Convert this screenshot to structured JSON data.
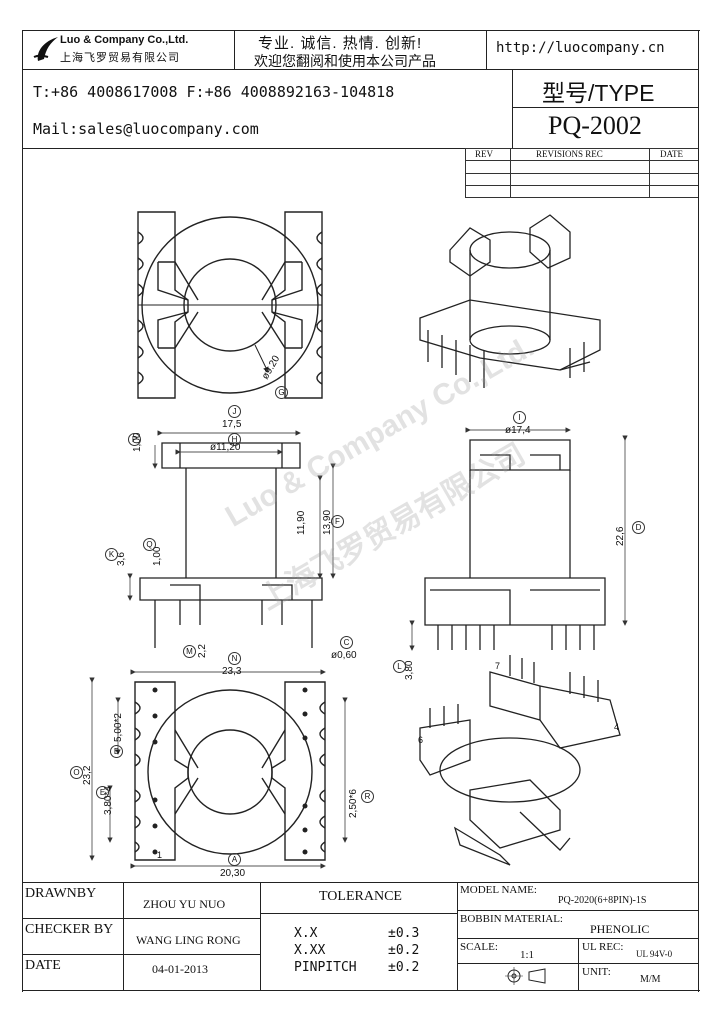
{
  "company": {
    "name_en": "Luo & Company Co.,Ltd.",
    "name_cn": "上海飞罗贸易有限公司",
    "slogan": "专业. 诚信. 热情. 创新!",
    "welcome": "欢迎您翻阅和使用本公司产品",
    "url": "http://luocompany.cn",
    "phone": "T:+86 4008617008 F:+86 4008892163-104818",
    "mail": "Mail:sales@luocompany.com"
  },
  "type_block": {
    "label": "型号/TYPE",
    "value": "PQ-2002"
  },
  "revisions": {
    "headers": [
      "REV",
      "REVISIONS REC",
      "DATE"
    ]
  },
  "watermark": {
    "en": "Luo & Company Co.,Ltd.",
    "cn": "上海飞罗贸易有限公司"
  },
  "dims": {
    "g": "ø9.20",
    "j": "17,5",
    "h": "ø11,20",
    "p": "1,00",
    "f1": "11,90",
    "f2": "13,90",
    "k": "3,6",
    "q": "1,00",
    "m": "2,2",
    "c": "ø0,60",
    "i": "ø17,4",
    "d": "22,6",
    "l": "3,80",
    "n": "23,3",
    "o": "23,2",
    "b": "5,00*2",
    "e": "3,80*4",
    "r": "2,50*6",
    "a": "20,30"
  },
  "circle_letters": [
    "G",
    "J",
    "H",
    "P",
    "F",
    "K",
    "Q",
    "M",
    "C",
    "I",
    "D",
    "L",
    "N",
    "O",
    "B",
    "E",
    "R",
    "A"
  ],
  "pin_labels": {
    "p7": "7",
    "p1": "1",
    "p6": "6",
    "p4": "4"
  },
  "title_block": {
    "drawnby_label": "DRAWNBY",
    "drawnby_value": "ZHOU YU NUO",
    "checker_label": "CHECKER BY",
    "checker_value": "WANG LING RONG",
    "date_label": "DATE",
    "date_value": "04-01-2013",
    "tolerance_label": "TOLERANCE",
    "tol_rows": [
      {
        "k": "X.X",
        "v": "±0.3"
      },
      {
        "k": "X.XX",
        "v": "±0.2"
      },
      {
        "k": "PINPITCH",
        "v": "±0.2"
      }
    ],
    "model_label": "MODEL NAME:",
    "model_value": "PQ-2020(6+8PIN)-1S",
    "bobbin_label": "BOBBIN MATERIAL:",
    "bobbin_value": "PHENOLIC",
    "scale_label": "SCALE:",
    "scale_value": "1:1",
    "ul_label": "UL REC:",
    "ul_value": "UL 94V-0",
    "unit_label": "UNIT:",
    "unit_value": "M/M"
  }
}
